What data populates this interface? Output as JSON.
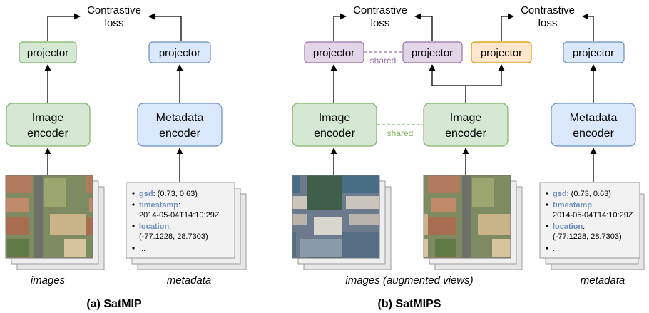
{
  "colors": {
    "green_fill": "#d5e8d4",
    "green_stroke": "#82b366",
    "blue_fill": "#dae8fc",
    "blue_stroke": "#6c8ebf",
    "purple_fill": "#e1d5e7",
    "purple_stroke": "#9673a6",
    "orange_fill": "#ffe6cc",
    "orange_stroke": "#d79b00",
    "meta_key": "#6c8ebf",
    "shared_green": "#82b366",
    "shared_purple": "#9673a6"
  },
  "panel_a": {
    "loss_line1": "Contrastive",
    "loss_line2": "loss",
    "projector_left": "projector",
    "projector_right": "projector",
    "image_encoder_line1": "Image",
    "image_encoder_line2": "encoder",
    "metadata_encoder_line1": "Metadata",
    "metadata_encoder_line2": "encoder",
    "images_label": "images",
    "metadata_label": "metadata",
    "caption": "(a) SatMIP"
  },
  "panel_b": {
    "loss1_line1": "Contrastive",
    "loss1_line2": "loss",
    "loss2_line1": "Contrastive",
    "loss2_line2": "loss",
    "projector_purple_left": "projector",
    "projector_purple_right": "projector",
    "projector_orange": "projector",
    "projector_blue": "projector",
    "shared_projectors": "shared",
    "shared_encoders": "shared",
    "image_encoder_left_line1": "Image",
    "image_encoder_left_line2": "encoder",
    "image_encoder_right_line1": "Image",
    "image_encoder_right_line2": "encoder",
    "metadata_encoder_line1": "Metadata",
    "metadata_encoder_line2": "encoder",
    "images_label": "images (augmented views)",
    "metadata_label": "metadata",
    "caption": "(b) SatMIPS"
  },
  "metadata_card": {
    "gsd_key": "gsd",
    "gsd_value": ": (0.73, 0.63)",
    "timestamp_key": "timestamp",
    "timestamp_colon": ":",
    "timestamp_value": "2014-05-04T14:10:29Z",
    "location_key": "location",
    "location_colon": ":",
    "location_value": "(-77.1228, 28.7303)",
    "ellipsis": "..."
  }
}
